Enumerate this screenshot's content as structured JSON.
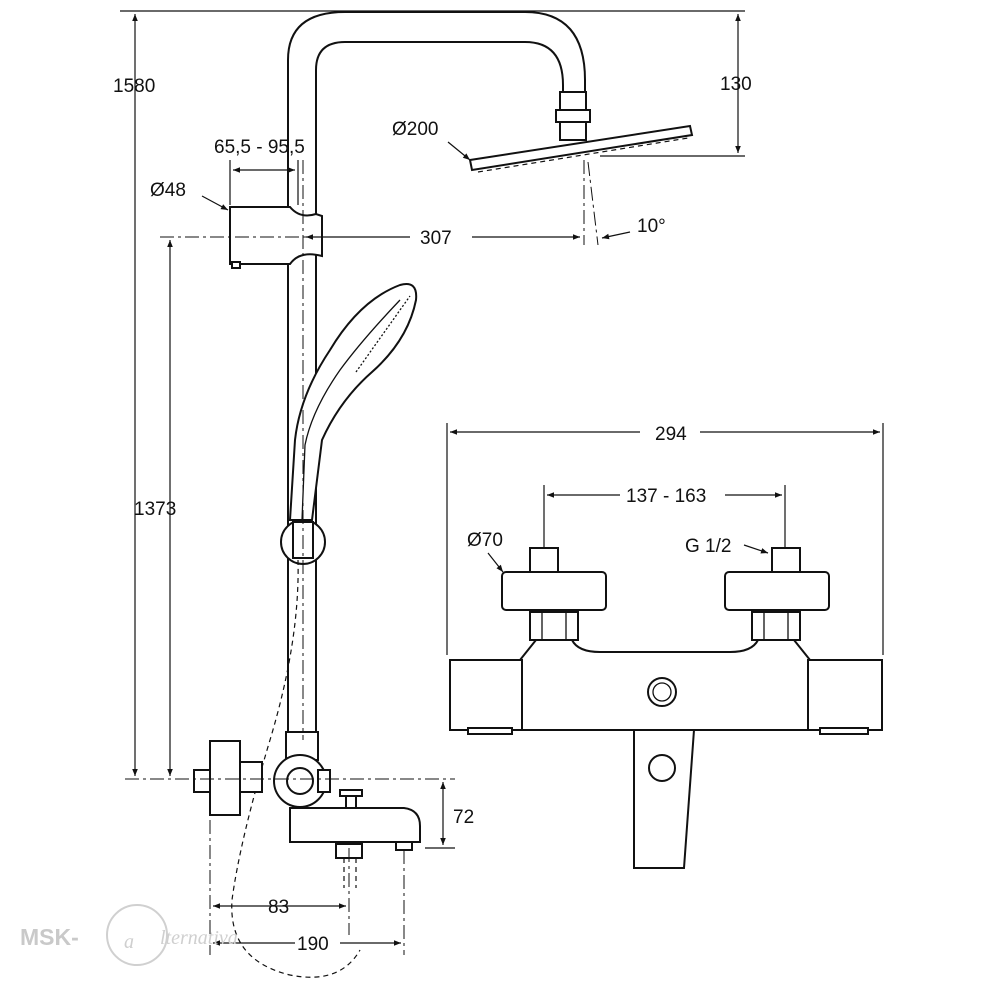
{
  "dimensions": {
    "total_height": "1580",
    "head_drop": "130",
    "head_diameter": "Ø200",
    "bracket_spacing": "65,5 - 95,5",
    "bracket_diameter": "Ø48",
    "arm_reach": "307",
    "head_tilt": "10°",
    "outlet_height": "1373",
    "spout_offset": "72",
    "pipe_projection": "83",
    "spout_projection": "190",
    "mixer_width": "294",
    "inlet_centers": "137 - 163",
    "escutcheon_diameter": "Ø70",
    "inlet_thread": "G 1/2"
  },
  "watermark": {
    "brand": "MSK-",
    "letter": "a",
    "tail": "lternativa"
  }
}
